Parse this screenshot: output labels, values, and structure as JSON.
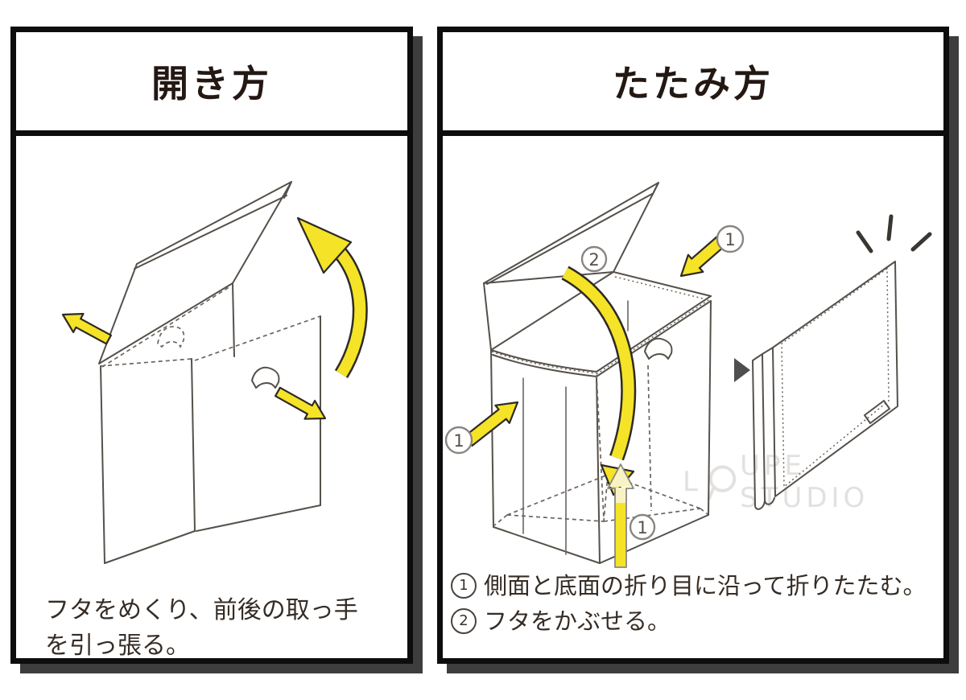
{
  "panels": {
    "open": {
      "title": "開き方",
      "caption": "フタをめくり、前後の取っ手\nを引っ張る。"
    },
    "fold": {
      "title": "たたみ方",
      "steps": [
        {
          "num": "1",
          "text": "側面と底面の折り目に沿って折りたたむ。"
        },
        {
          "num": "2",
          "text": "フタをかぶせる。"
        }
      ]
    }
  },
  "watermark": {
    "text": "LOUPE STUDIO",
    "prefix": "L",
    "suffix": "UPE STUDIO"
  },
  "colors": {
    "panel_border": "#0d0d0d",
    "panel_shadow": "#3d3d3d",
    "title_text": "#241813",
    "body_text": "#352c25",
    "line_art": "#55504a",
    "arrow_yellow": "#f5e328",
    "arrow_pale_yellow": "#f8f3c5",
    "watermark_gray": "#e3e1df"
  }
}
